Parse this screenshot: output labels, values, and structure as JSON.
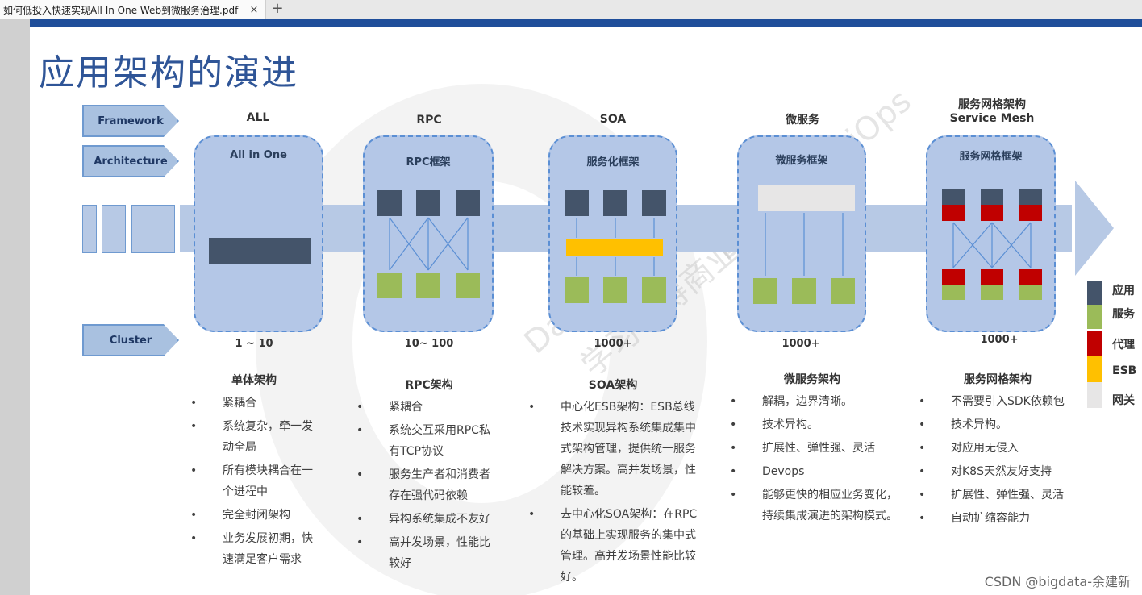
{
  "tab": {
    "title": "如何低投入快速实现All In One Web到微服务治理.pdf",
    "close": "×",
    "add": "+"
  },
  "slide": {
    "title": "应用架构的演进",
    "watermark_lines": [
      "Dataops",
      "学习不得商业用途",
      "DataOps AiOps"
    ],
    "left_labels": [
      "Framework",
      "Architecture",
      "Cluster"
    ],
    "columns": [
      {
        "name": "ALL",
        "box_title": "All in One",
        "scale": "1 ~ 10"
      },
      {
        "name": "RPC",
        "box_title": "RPC框架",
        "scale": "10~ 100"
      },
      {
        "name": "SOA",
        "box_title": "服务化框架",
        "scale": "1000+"
      },
      {
        "name": "微服务",
        "box_title": "微服务框架",
        "scale": "1000+"
      },
      {
        "name": "服务网格架构",
        "name2": "Service Mesh",
        "box_title": "服务网格框架",
        "scale": "1000+"
      }
    ],
    "legend": [
      {
        "label": "应用",
        "color": "#44546a"
      },
      {
        "label": "服务",
        "color": "#9bbb59"
      },
      {
        "label": "代理",
        "color": "#c00000"
      },
      {
        "label": "ESB",
        "color": "#ffc000"
      },
      {
        "label": "网关",
        "color": "#e7e6e6"
      }
    ],
    "descriptions": [
      {
        "title": "单体架构",
        "items": [
          "紧耦合",
          "系统复杂，牵一发动全局",
          "所有模块耦合在一个进程中",
          "完全封闭架构",
          "业务发展初期，快速满足客户需求"
        ]
      },
      {
        "title": "RPC架构",
        "items": [
          "紧耦合",
          "系统交互采用RPC私有TCP协议",
          "服务生产者和消费者存在强代码依赖",
          "异构系统集成不友好",
          "高并发场景，性能比较好"
        ]
      },
      {
        "title": "SOA架构",
        "items": [
          "中心化ESB架构：ESB总线技术实现异构系统集成集中式架构管理，提供统一服务解决方案。高并发场景，性能较差。",
          "去中心化SOA架构：在RPC的基础上实现服务的集中式管理。高并发场景性能比较好。"
        ]
      },
      {
        "title": "微服务架构",
        "items": [
          "解耦，边界清晰。",
          "技术异构。",
          "扩展性、弹性强、灵活",
          "Devops",
          "能够更快的相应业务变化，持续集成演进的架构模式。"
        ]
      },
      {
        "title": "服务网格架构",
        "items": [
          "不需要引入SDK依赖包",
          "技术异构。",
          "对应用无侵入",
          "对K8S天然友好支持",
          "扩展性、弹性强、灵活",
          "自动扩缩容能力"
        ]
      }
    ],
    "credit": "CSDN @bigdata-余建新"
  }
}
